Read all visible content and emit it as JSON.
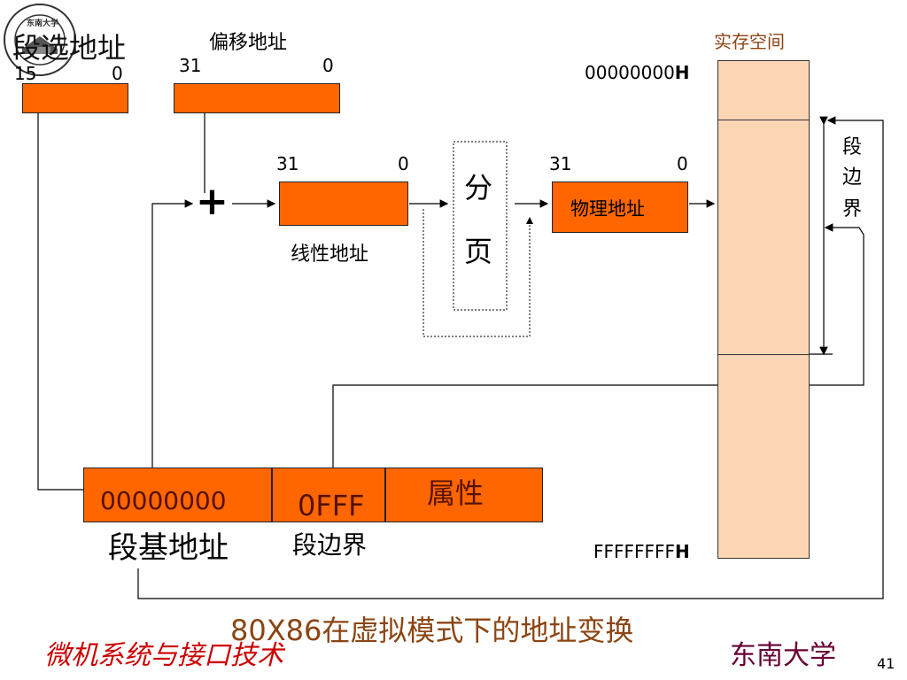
{
  "logo": {
    "name": "seal-logo",
    "text": "东南大学"
  },
  "selector": {
    "label": "段选地址",
    "bit_hi": "15",
    "bit_lo": "0"
  },
  "offset": {
    "label": "偏移地址",
    "bit_hi": "31",
    "bit_lo": "0"
  },
  "adder": {
    "symbol": "+"
  },
  "linear": {
    "label": "线性地址",
    "bit_hi": "31",
    "bit_lo": "0"
  },
  "paging": {
    "char1": "分",
    "char2": "页"
  },
  "physical": {
    "label": "物理地址",
    "bit_hi": "31",
    "bit_lo": "0"
  },
  "memory": {
    "title": "实存空间",
    "start_addr": "00000000",
    "start_suffix": "H",
    "end_addr": "FFFFFFFF",
    "end_suffix": "H"
  },
  "limit_side": {
    "c1": "段",
    "c2": "边",
    "c3": "界"
  },
  "descriptor": {
    "base_value": "00000000",
    "limit_value": "0FFF",
    "attr_label": "属性",
    "base_label": "段基地址",
    "limit_label": "段边界"
  },
  "caption": {
    "prefix": "80X86",
    "text": "在虚拟模式下的地址变换"
  },
  "footer": {
    "course": "微机系统与接口技术",
    "university": "东南大学",
    "page": "41"
  },
  "colors": {
    "box": "#ff6600",
    "memory": "#fcd5b4",
    "title_text": "#8b4513",
    "footer_course": "#cc0000",
    "footer_uni": "#660033"
  }
}
